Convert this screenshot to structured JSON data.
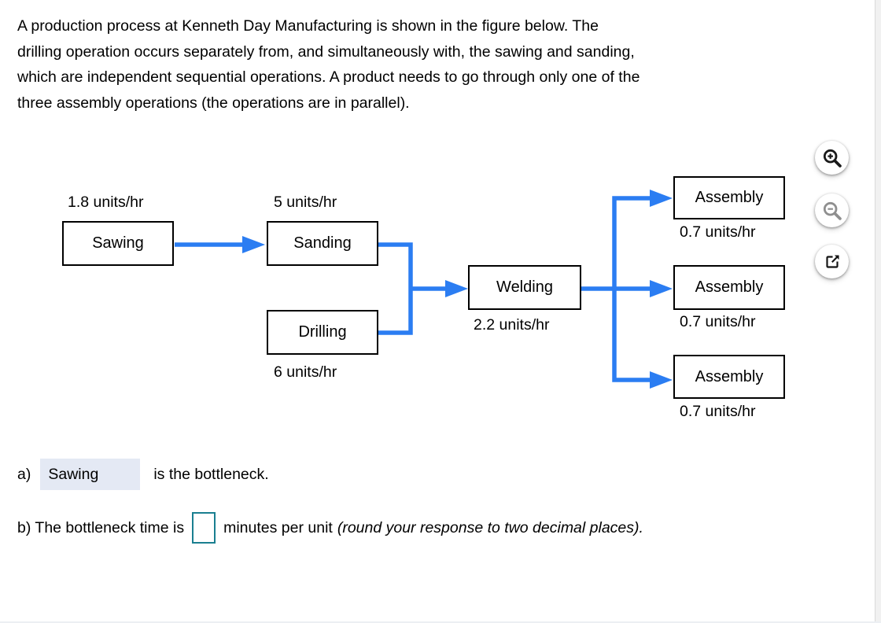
{
  "intro": {
    "lines": [
      "A production process at Kenneth Day Manufacturing is shown in the figure below. The",
      "drilling operation occurs separately from, and simultaneously with, the sawing and sanding,",
      "which are independent sequential operations. A product needs to go through only one of the",
      "three assembly operations (the operations are in parallel)."
    ]
  },
  "diagram": {
    "sawing": {
      "label": "Sawing",
      "rate": "1.8 units/hr"
    },
    "sanding": {
      "label": "Sanding",
      "rate": "5 units/hr"
    },
    "drilling": {
      "label": "Drilling",
      "rate": "6 units/hr"
    },
    "welding": {
      "label": "Welding",
      "rate": "2.2 units/hr"
    },
    "assembly_top": {
      "label": "Assembly",
      "rate": "0.7 units/hr"
    },
    "assembly_middle": {
      "label": "Assembly",
      "rate": "0.7 units/hr"
    },
    "assembly_bottom": {
      "label": "Assembly",
      "rate": "0.7 units/hr"
    }
  },
  "toolbar": {
    "icons": {
      "zoom_in": "magnifier-plus",
      "zoom_out": "magnifier-minus",
      "open_external": "arrow-out-of-box"
    }
  },
  "answers": {
    "a": {
      "prefix": "a)",
      "selected": "Sawing",
      "suffix": "is the bottleneck."
    },
    "b": {
      "prefix": "b) The bottleneck time is",
      "input_value": "",
      "suffix": "minutes per unit",
      "note": "(round your response to two decimal places)."
    }
  },
  "colors": {
    "arrow": "#2b7df2",
    "node_border": "#000000",
    "dropdown_highlight": "#e4e9f4",
    "input_border": "#1a7f90"
  }
}
